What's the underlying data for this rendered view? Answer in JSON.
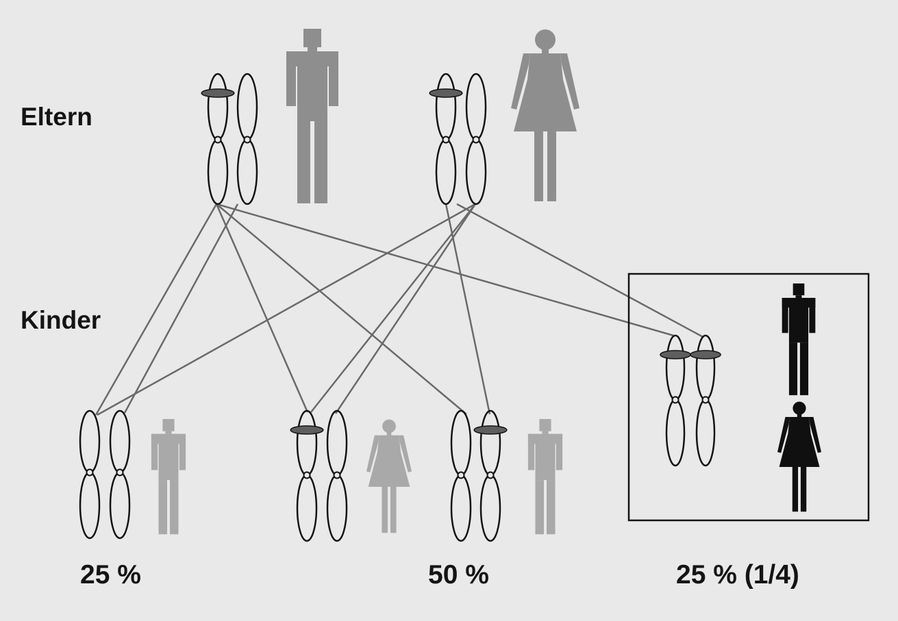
{
  "labels": {
    "parents": "Eltern",
    "children": "Kinder"
  },
  "percentages": [
    "25 %",
    "50 %",
    "25 % (1/4)"
  ],
  "colors": {
    "background": "#e9e9e9",
    "outline": "#141414",
    "line": "#6a6a6a",
    "marker": "#5e5e5e",
    "figure_parent": "#8e8e8e",
    "figure_light": "#a9a9a9",
    "figure_dark": "#101010"
  },
  "icons": [
    "male-figure-icon",
    "female-figure-icon"
  ]
}
